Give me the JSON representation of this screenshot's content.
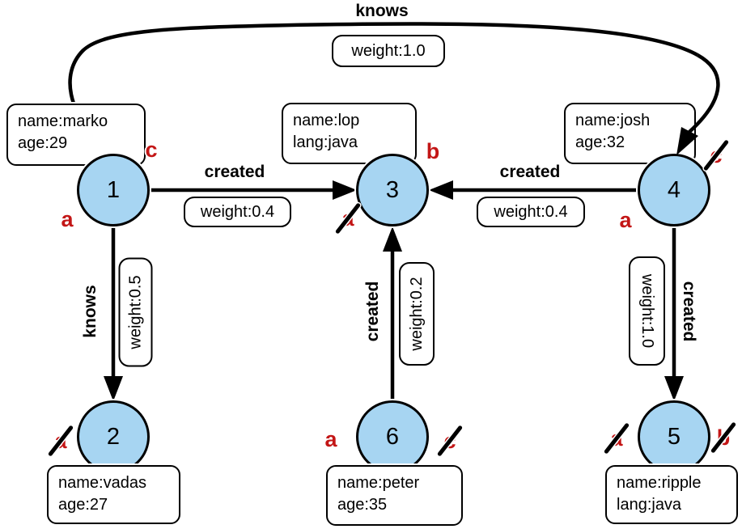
{
  "graph": {
    "vertices": [
      {
        "id": "1",
        "properties": [
          "name:marko",
          "age:29"
        ],
        "annotations": [
          {
            "letter": "c",
            "struck": false
          },
          {
            "letter": "a",
            "struck": false
          }
        ]
      },
      {
        "id": "2",
        "properties": [
          "name:vadas",
          "age:27"
        ],
        "annotations": [
          {
            "letter": "a",
            "struck": true
          }
        ]
      },
      {
        "id": "3",
        "properties": [
          "name:lop",
          "lang:java"
        ],
        "annotations": [
          {
            "letter": "b",
            "struck": false
          },
          {
            "letter": "a",
            "struck": true
          }
        ]
      },
      {
        "id": "4",
        "properties": [
          "name:josh",
          "age:32"
        ],
        "annotations": [
          {
            "letter": "c",
            "struck": true
          },
          {
            "letter": "a",
            "struck": false
          }
        ]
      },
      {
        "id": "5",
        "properties": [
          "name:ripple",
          "lang:java"
        ],
        "annotations": [
          {
            "letter": "a",
            "struck": true
          },
          {
            "letter": "b",
            "struck": true
          }
        ]
      },
      {
        "id": "6",
        "properties": [
          "name:peter",
          "age:35"
        ],
        "annotations": [
          {
            "letter": "a",
            "struck": false
          },
          {
            "letter": "c",
            "struck": true
          }
        ]
      }
    ],
    "edges": [
      {
        "from": "1",
        "to": "4",
        "label": "knows",
        "weight": "weight:1.0"
      },
      {
        "from": "1",
        "to": "3",
        "label": "created",
        "weight": "weight:0.4"
      },
      {
        "from": "4",
        "to": "3",
        "label": "created",
        "weight": "weight:0.4"
      },
      {
        "from": "1",
        "to": "2",
        "label": "knows",
        "weight": "weight:0.5"
      },
      {
        "from": "6",
        "to": "3",
        "label": "created",
        "weight": "weight:0.2"
      },
      {
        "from": "4",
        "to": "5",
        "label": "created",
        "weight": "weight:1.0"
      }
    ]
  },
  "colors": {
    "node_fill": "#A7D5F2",
    "annotation_red": "#C31616",
    "edge": "#000000",
    "box_bg": "#FFFFFF"
  }
}
